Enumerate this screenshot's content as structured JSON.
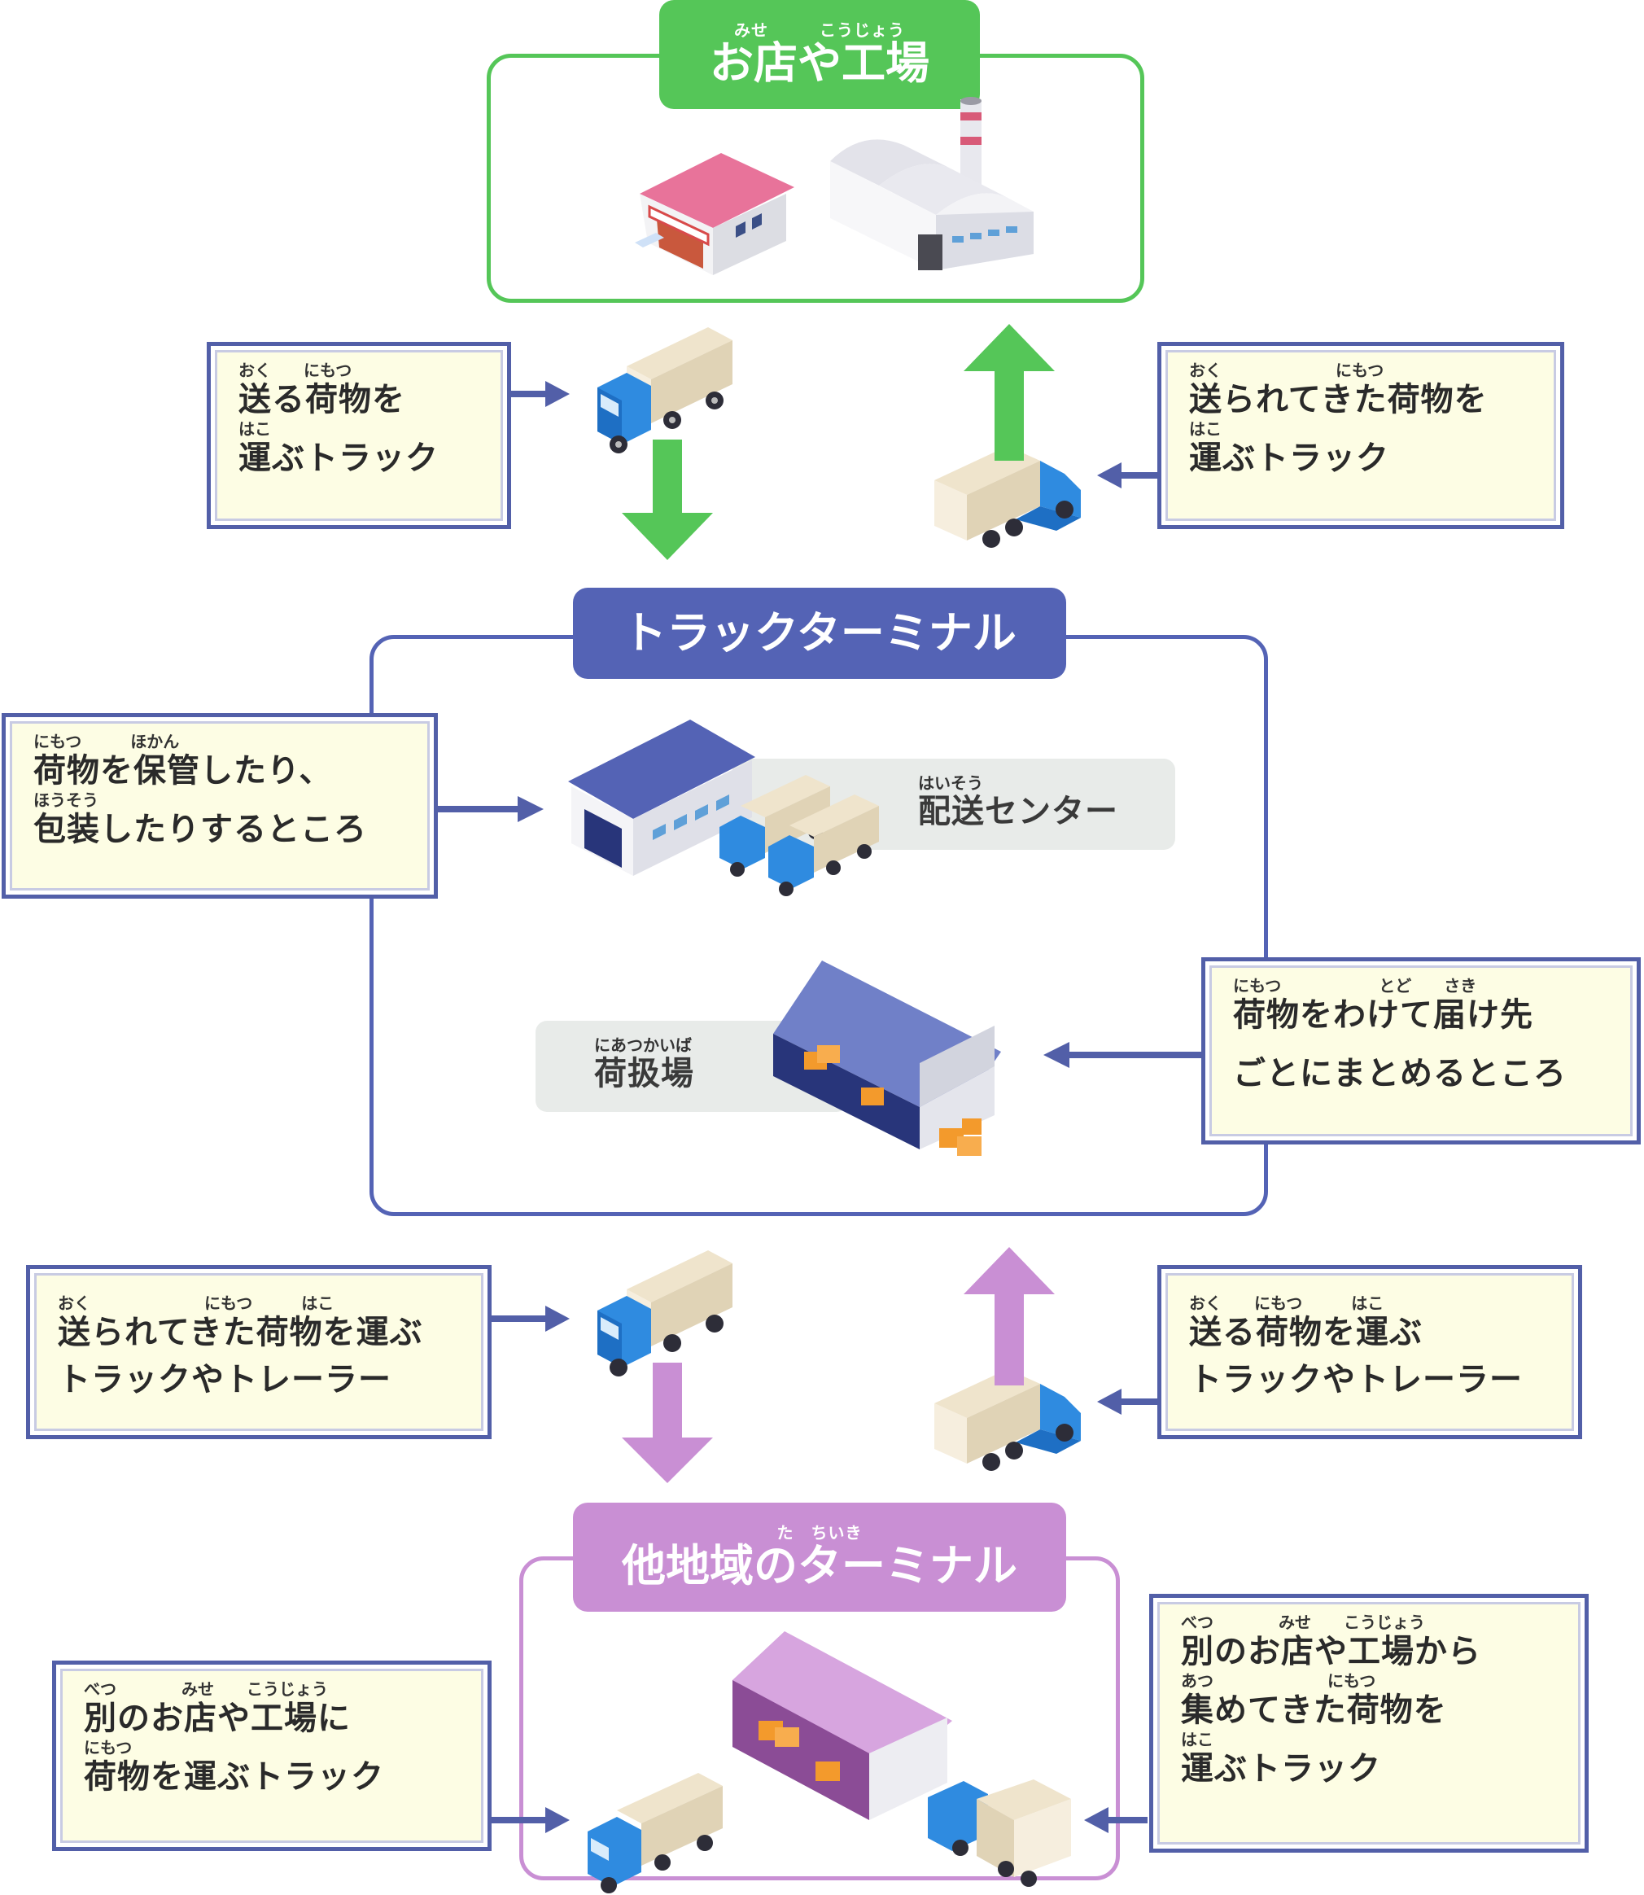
{
  "colors": {
    "green": "#55c658",
    "navy": "#5463b5",
    "purple": "#c98fd4",
    "note_bg": "#fdfde4",
    "note_border": "#525fa8"
  },
  "shops_factories": {
    "ruby": "みせ　　　こうじょう",
    "title": "お店や工場"
  },
  "truck_terminal": {
    "title": "トラックターミナル"
  },
  "other_terminal": {
    "ruby": "た　ちいき",
    "title": "他地域のターミナル"
  },
  "delivery_center": {
    "ruby": "はいそう",
    "label": "配送センター"
  },
  "cargo_area": {
    "ruby": "にあつかいば",
    "label": "荷扱場"
  },
  "notes": {
    "send_truck": {
      "ruby1": "おく　　にもつ",
      "line1": "送る荷物を",
      "ruby2": "はこ",
      "line2": "運ぶトラック"
    },
    "received_truck": {
      "ruby1": "おく　　　　　　　にもつ",
      "line1": "送られてきた荷物を",
      "ruby2": "はこ",
      "line2": "運ぶトラック"
    },
    "storage": {
      "ruby1": "にもつ　　　ほかん",
      "line1": "荷物を保管したり、",
      "ruby2": "ほうそう",
      "line2": "包装したりするところ"
    },
    "sorting": {
      "ruby1": "にもつ　　　　　　とど　　さき",
      "line1": "荷物をわけて届け先",
      "line2": "ごとにまとめるところ"
    },
    "received_trailer": {
      "ruby1": "おく　　　　　　　にもつ　　　はこ",
      "line1": "送られてきた荷物を運ぶ",
      "line2": "トラックやトレーラー"
    },
    "send_trailer": {
      "ruby1": "おく　　にもつ　　　はこ",
      "line1": "送る荷物を運ぶ",
      "line2": "トラックやトレーラー"
    },
    "other_deliver": {
      "ruby1": "べつ　　　　みせ　　こうじょう",
      "line1": "別のお店や工場に",
      "ruby2": "にもつ",
      "line2": "荷物を運ぶトラック"
    },
    "other_collect": {
      "ruby1": "べつ　　　　みせ　　こうじょう",
      "line1": "別のお店や工場から",
      "ruby2": "あつ　　　　　　　にもつ",
      "line2": "集めてきた荷物を",
      "ruby3": "はこ",
      "line3": "運ぶトラック"
    }
  }
}
